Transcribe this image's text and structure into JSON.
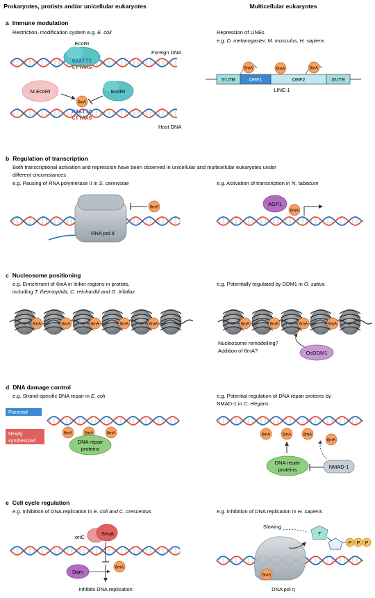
{
  "header": {
    "left": "Prokaryotes, protists and/or unicellular eukaryotes",
    "right": "Multicellular eukaryotes"
  },
  "sections": {
    "a": {
      "letter": "a",
      "title": "Immune modulation",
      "left_example_pre": "Restriction–modification system e.g. ",
      "left_example_species": "E. coli",
      "right_line1": "Repression of LINEs",
      "right_line2_pre": "e.g. ",
      "right_line2_species": "D. melanogaster, M. musculus, H. sapiens",
      "ecori_top": "EcoRI",
      "foreign_dna": "Foreign DNA",
      "seq_top": "GAATTC",
      "seq_bottom": "CTTAAG",
      "mecori": "M.EcoRI",
      "ecori_bottom": "EcoRI",
      "host_dna": "Host DNA",
      "utr5": "5′UTR",
      "orf1": "ORF1",
      "orf2": "ORF2",
      "utr3": "3′UTR",
      "line1": "LINE-1"
    },
    "b": {
      "letter": "b",
      "title": "Regulation of transcription",
      "desc_line1": "Both transcriptional activation and repression have been observed in unicellular and multicellular eukaryotes under",
      "desc_line2": "different circumstances",
      "left_example_pre": "e.g. Pausing of RNA polymerase II in ",
      "left_example_species": "S. cerevisiae",
      "right_example_pre": "e.g. Activation of transcription in ",
      "right_example_species": "N. tabacum",
      "rna_pol": "RNA pol II",
      "agp1": "AGP1"
    },
    "c": {
      "letter": "c",
      "title": "Nucleosome positioning",
      "left_line1": "e.g. Enrichment of 6mA in linker regions in protists,",
      "left_line2_pre": "including ",
      "left_line2_species": "T. thermophila, C. reinhardtii and O. trifallax",
      "right_example_pre": "e.g. Potentially regulated by DDM1 in ",
      "right_example_species": "O. sativa",
      "question1": "Nucleosome remodelling?",
      "question2": "Addition of 6mA?",
      "osddm1": "OsDDM1"
    },
    "d": {
      "letter": "d",
      "title": "DNA damage control",
      "left_example_pre": "e.g. Strand-specific DNA repair in ",
      "left_example_species": "E. coli",
      "parental": "Parental",
      "newly1": "Newly",
      "newly2": "synthesized",
      "repair1": "DNA repair",
      "repair2": "proteins",
      "right_line1": "e.g. Potential regulation of DNA repair proteins by",
      "right_line2_pre": "NMAD-1 in ",
      "right_line2_species": "C. elegans",
      "nmad1": "NMAD-1"
    },
    "e": {
      "letter": "e",
      "title": "Cell cycle regulation",
      "left_example_pre": "e.g. Inhibition of DNA replication in ",
      "left_example_species": "E. coli and C. crescentus",
      "right_example_pre": "e.g. Inhibition of DNA replication in ",
      "right_example_species": "H. sapiens",
      "oric": "oriC",
      "seqa": "SeqA",
      "dam": "Dam",
      "inhibits": "Inhibits DNA replication",
      "slowing": "Slowing",
      "t": "T",
      "p": "P",
      "dna_pol": "DNA pol η"
    }
  },
  "mark_label": "6mA",
  "colors": {
    "strand_red": "#e0503a",
    "strand_blue": "#2d6fb5",
    "mark_fill": "#f4a060",
    "mark_stroke": "#c8642a",
    "ecori": "#5cc2c4",
    "mecori": "#f6c4c4",
    "purple": "#b06cc0",
    "green": "#8fd080",
    "grey_protein": "#c7cfd6",
    "parental": "#3a8ad0",
    "newly": "#e06060"
  }
}
